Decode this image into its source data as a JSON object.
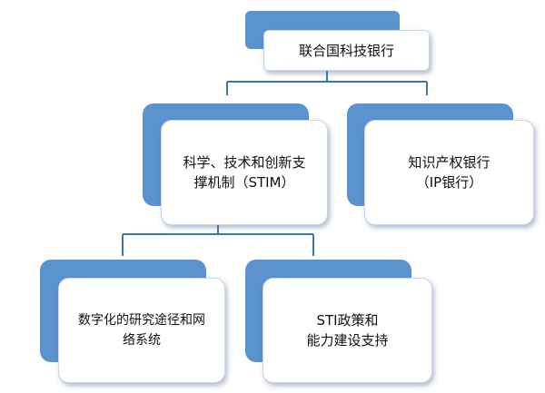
{
  "diagram": {
    "root": {
      "label": "联合国科技银行"
    },
    "level1": [
      {
        "id": "stim",
        "label": "科学、技术和创新支\n撑机制（STIM）"
      },
      {
        "id": "ip",
        "label": "知识产权银行\n（IP银行）"
      }
    ],
    "level2": [
      {
        "id": "digital",
        "label": "数字化的研究途径和网\n络系统"
      },
      {
        "id": "sti",
        "label": "STI政策和\n能力建设支持"
      }
    ]
  },
  "colors": {
    "accent_back": "#5b93cf",
    "connector": "#3c78b8",
    "box_fill": "#ffffff"
  }
}
